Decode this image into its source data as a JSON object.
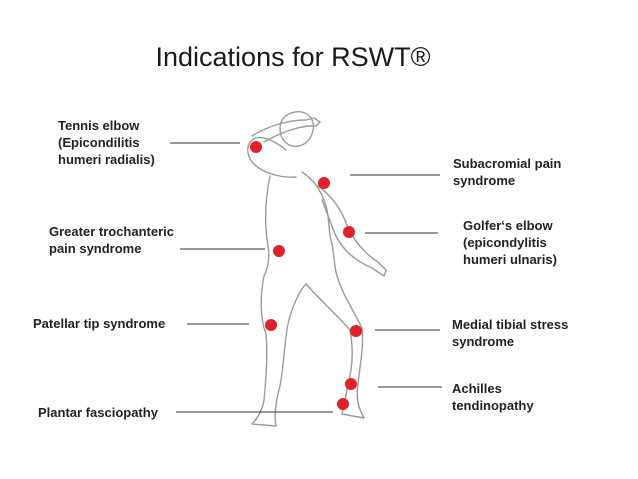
{
  "title": "Indications for RSWT®",
  "colors": {
    "marker": "#e0202a",
    "leader_line": "#333333",
    "figure_outline": "#9a9a9a"
  },
  "indications": [
    {
      "id": "tennis-elbow",
      "lines": [
        "Tennis elbow",
        "(Epicondilitis",
        "humeri radialis)"
      ]
    },
    {
      "id": "subacromial-pain",
      "lines": [
        "Subacromial pain",
        "syndrome"
      ]
    },
    {
      "id": "greater-trochanteric",
      "lines": [
        "Greater trochanteric",
        "pain syndrome"
      ]
    },
    {
      "id": "golfers-elbow",
      "lines": [
        "Golfer‘s elbow",
        "(epicondylitis",
        "humeri ulnaris)"
      ]
    },
    {
      "id": "patellar-tip",
      "lines": [
        "Patellar tip syndrome"
      ]
    },
    {
      "id": "medial-tibial",
      "lines": [
        "Medial tibial stress",
        "syndrome"
      ]
    },
    {
      "id": "achilles",
      "lines": [
        "Achilles",
        "tendinopathy"
      ]
    },
    {
      "id": "plantar",
      "lines": [
        "Plantar fasciopathy"
      ]
    }
  ]
}
